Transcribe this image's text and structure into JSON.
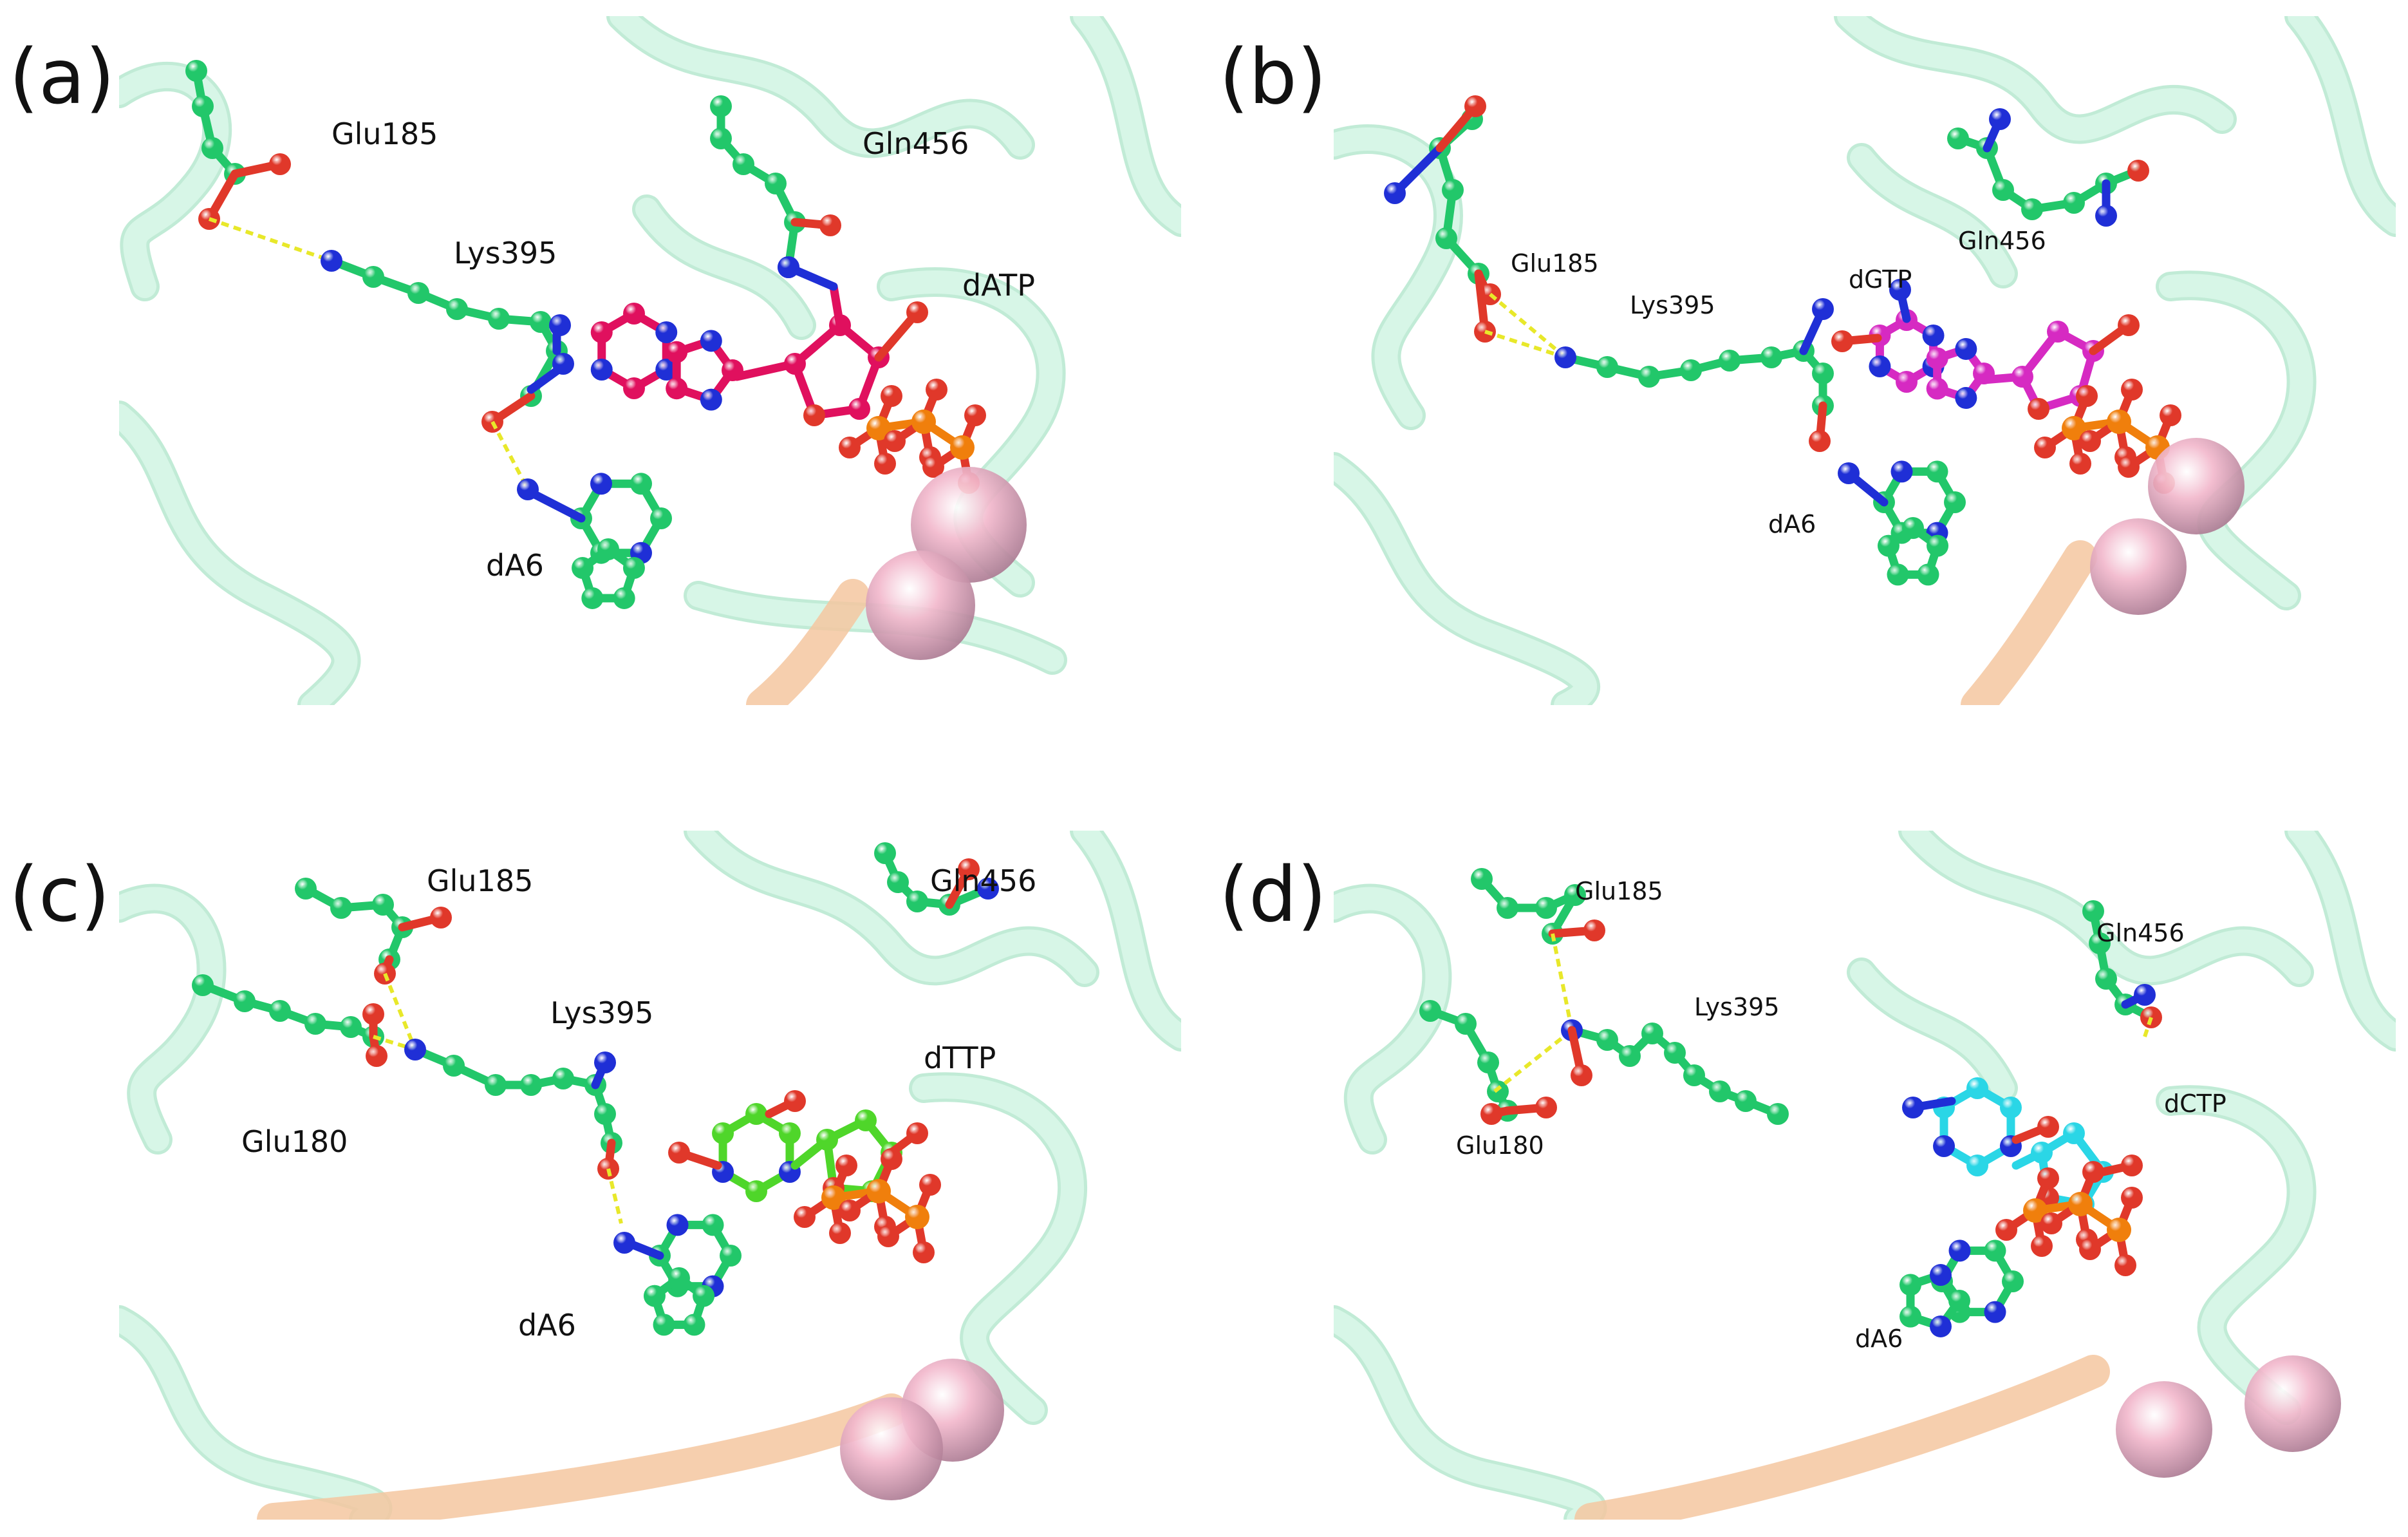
{
  "colors": {
    "ribbon": "#b8f0d4",
    "ribbon_edge": "#8fdcb6",
    "carbon_green": "#22c76a",
    "nitrogen": "#1f2fd6",
    "oxygen": "#e0382a",
    "phosphorus": "#f07f0c",
    "datp_carbon": "#e0105e",
    "dgtp_carbon": "#d62ac2",
    "dttp_carbon": "#4fd62a",
    "dctp_carbon": "#2ad6e6",
    "metal_ion": "#f2b8cc",
    "hbond": "#e8e82a",
    "dna_backbone": "#f4c7a0"
  },
  "panels": [
    {
      "letter": "(a)",
      "labels": {
        "glu185": "Glu185",
        "gln456": "Gln456",
        "lys395": "Lys395",
        "nucleotide": "dATP",
        "da6": "dA6"
      }
    },
    {
      "letter": "(b)",
      "labels": {
        "glu185": "Glu185",
        "gln456": "Gln456",
        "lys395": "Lys395",
        "nucleotide": "dGTP",
        "da6": "dA6"
      }
    },
    {
      "letter": "(c)",
      "labels": {
        "glu185": "Glu185",
        "gln456": "Gln456",
        "lys395": "Lys395",
        "glu180": "Glu180",
        "nucleotide": "dTTP",
        "da6": "dA6"
      }
    },
    {
      "letter": "(d)",
      "labels": {
        "glu185": "Glu185",
        "gln456": "Gln456",
        "lys395": "Lys395",
        "glu180": "Glu180",
        "nucleotide": "dCTP",
        "da6": "dA6"
      }
    }
  ]
}
